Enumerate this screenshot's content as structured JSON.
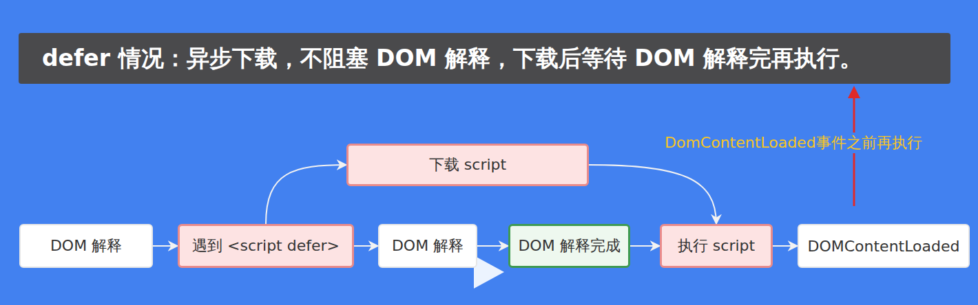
{
  "diagram": {
    "title": "defer 情况：异步下载，不阻塞 DOM 解释，下载后等待 DOM 解释完再执行。",
    "nodes": [
      {
        "text": [
          "DOM 解释"
        ]
      },
      {
        "text": [
          "遇到 <script defer>"
        ]
      },
      {
        "text": [
          "下载 script"
        ]
      },
      {
        "text": [
          "DOM 解释"
        ]
      },
      {
        "text": [
          "DOM 解释完成"
        ]
      },
      {
        "text": [
          "执行 script"
        ]
      },
      {
        "text": [
          "DOMContentLoaded"
        ]
      }
    ],
    "edges": [
      {
        "from": 0,
        "to": 1,
        "arrow": "to"
      },
      {
        "from": 1,
        "to": 2,
        "arrow": "to"
      },
      {
        "from": 1,
        "to": 3,
        "arrow": "to"
      },
      {
        "from": 2,
        "to": 5,
        "arrow": "to"
      },
      {
        "from": 3,
        "to": 4,
        "arrow": "to"
      },
      {
        "from": 4,
        "to": 5,
        "arrow": "to"
      },
      {
        "from": 5,
        "to": 6,
        "arrow": "to"
      }
    ],
    "labels": [
      "DomContentLoaded事件之前再执行"
    ]
  }
}
